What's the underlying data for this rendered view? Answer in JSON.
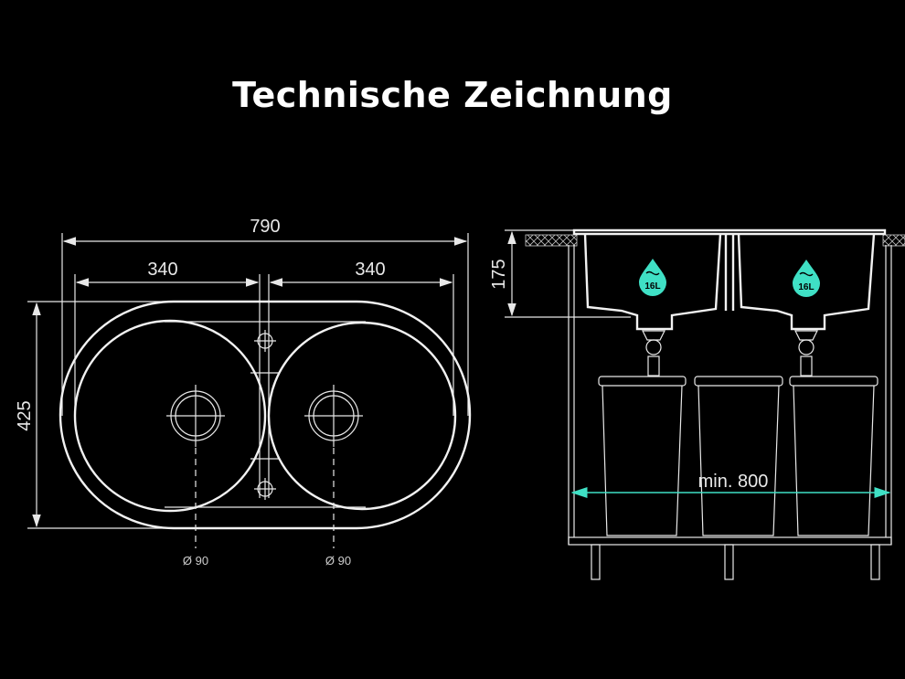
{
  "title": "Technische Zeichnung",
  "top_view": {
    "width_total": "790",
    "bowl_width_left": "340",
    "bowl_width_right": "340",
    "depth": "425",
    "drain_left": "Ø 90",
    "drain_right": "Ø 90"
  },
  "side_view": {
    "bowl_depth": "175",
    "volume_left": "16L",
    "volume_right": "16L",
    "cabinet_min": "min. 800"
  },
  "colors": {
    "background": "#000000",
    "lines": "#e8e8e8",
    "accent": "#3fe0c5"
  }
}
